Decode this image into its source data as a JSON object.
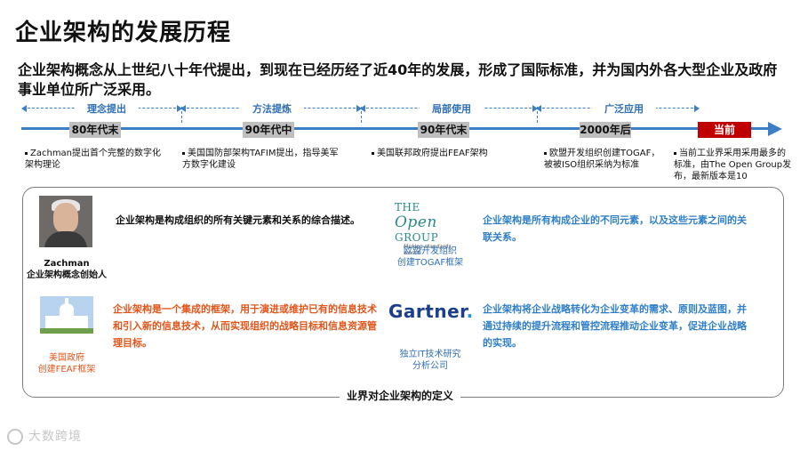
{
  "title": "企业架构的发展历程",
  "intro": "企业架构概念从上世纪八十年代提出，到现在已经历经了近40年的发展，形成了国际标准，并为国内外各大型企业及政府事业单位所广泛采用。",
  "timeline": {
    "phases": [
      "理念提出",
      "方法提炼",
      "局部使用",
      "广泛应用"
    ],
    "periods": [
      "80年代末",
      "90年代中",
      "90年代末",
      "2000年后",
      "当前"
    ],
    "events": [
      "Zachman提出首个完整的数字化架构理论",
      "美国国防部架构TAFIM提出，指导美军方数字化建设",
      "美国联邦政府提出FEAF架构",
      "欧盟开发组织创建TOGAF，被被ISO组织采纳为标准",
      "当前工业界采用采用最多的标准，由The Open Group发布，最新版本是10"
    ],
    "colors": {
      "line": "#3d7fc6",
      "period": "#bfbfbf",
      "current": "#c00000"
    }
  },
  "definitions": {
    "caption": "业界对企业架构的定义",
    "zachman": {
      "name": "Zachman",
      "role": "企业架构概念创始人",
      "text": "企业架构是构成组织的所有关键元素和关系的综合描述。"
    },
    "us_gov": {
      "role_line1": "美国政府",
      "role_line2": "创建FEAF框架",
      "text": "企业架构是一个集成的框架，用于演进或维护已有的信息技术和引入新的信息技术，从而实现组织的战略目标和信息资源管理目标。"
    },
    "open_group": {
      "logo_prefix": "THE ",
      "logo_open": "Open",
      "logo_suffix": " GROUP",
      "logo_tagline": "Making standards work®",
      "role_line1": "欧盟开发组织",
      "role_line2": "创建TOGAF框架",
      "text": "企业架构是所有构成企业的不同元素，以及这些元素之间的关联关系。"
    },
    "gartner": {
      "logo": "Gartner",
      "logo_dot": ".",
      "role_line1": "独立IT技术研究",
      "role_line2": "分析公司",
      "text": "企业架构将企业战略转化为企业变革的需求、原则及蓝图，并通过持续的提升流程和管控流程推动企业变革，促进企业战略的实现。"
    },
    "colors": {
      "orange": "#e1551a",
      "blue": "#2f7fc8"
    }
  },
  "watermark": "大数跨境"
}
